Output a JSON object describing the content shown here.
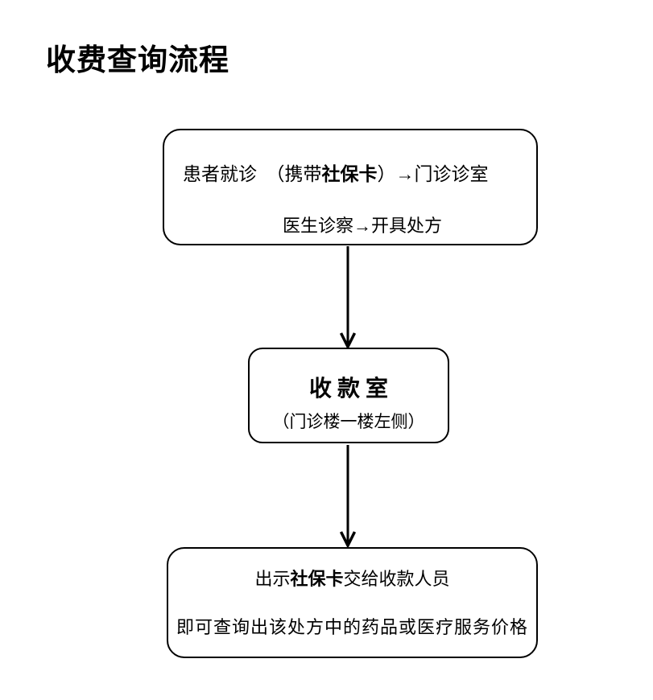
{
  "page": {
    "background": "#ffffff",
    "ink_color": "#000000",
    "title": "收费查询流程"
  },
  "flowchart": {
    "step1": {
      "line1": {
        "pre": "患者就诊　（携带",
        "bold": "社保卡",
        "post": "）→门诊诊室"
      },
      "line2": "医生诊察→开具处方"
    },
    "connector1": {
      "icon": "arrow-down"
    },
    "step2": {
      "name": "收 款 室",
      "location": "（门诊楼一楼左侧）"
    },
    "connector2": {
      "icon": "arrow-down"
    },
    "step3": {
      "line1": {
        "pre": "出示",
        "bold": "社保卡",
        "post": "交给收款人员"
      },
      "line2": "即可查询出该处方中的药品或医疗服务价格"
    }
  }
}
